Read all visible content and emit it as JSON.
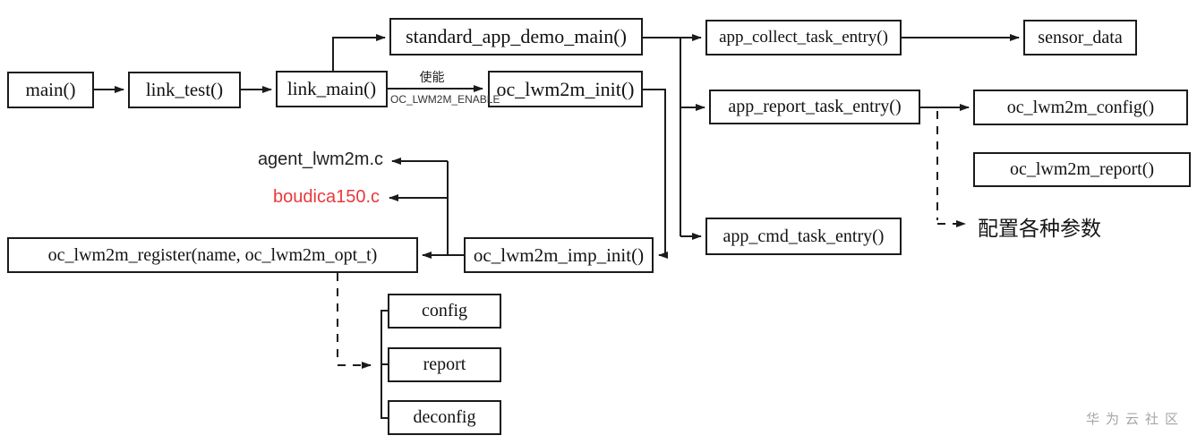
{
  "diagram": {
    "nodes": {
      "main": "main()",
      "link_test": "link_test()",
      "link_main": "link_main()",
      "standard_app_demo_main": "standard_app_demo_main()",
      "oc_lwm2m_init": "oc_lwm2m_init()",
      "app_collect_task_entry": "app_collect_task_entry()",
      "sensor_data": "sensor_data",
      "app_report_task_entry": "app_report_task_entry()",
      "oc_lwm2m_config": "oc_lwm2m_config()",
      "oc_lwm2m_report": "oc_lwm2m_report()",
      "app_cmd_task_entry": "app_cmd_task_entry()",
      "oc_lwm2m_register": "oc_lwm2m_register(name, oc_lwm2m_opt_t)",
      "oc_lwm2m_imp_init": "oc_lwm2m_imp_init()",
      "config": "config",
      "report": "report",
      "deconfig": "deconfig"
    },
    "edge_labels": {
      "enable_cn": "使能",
      "enable_macro": "OC_LWM2M_ENABLE"
    },
    "file_labels": {
      "agent": "agent_lwm2m.c",
      "boudica": "boudica150.c"
    },
    "annotations": {
      "config_params": "配置各种参数"
    },
    "watermark": "华为云社区",
    "colors": {
      "line": "#1b1b1b",
      "box_border": "#1b1b1b",
      "file_red": "#e8393c",
      "watermark_gray": "#a6a6a6",
      "background": "#ffffff"
    }
  }
}
